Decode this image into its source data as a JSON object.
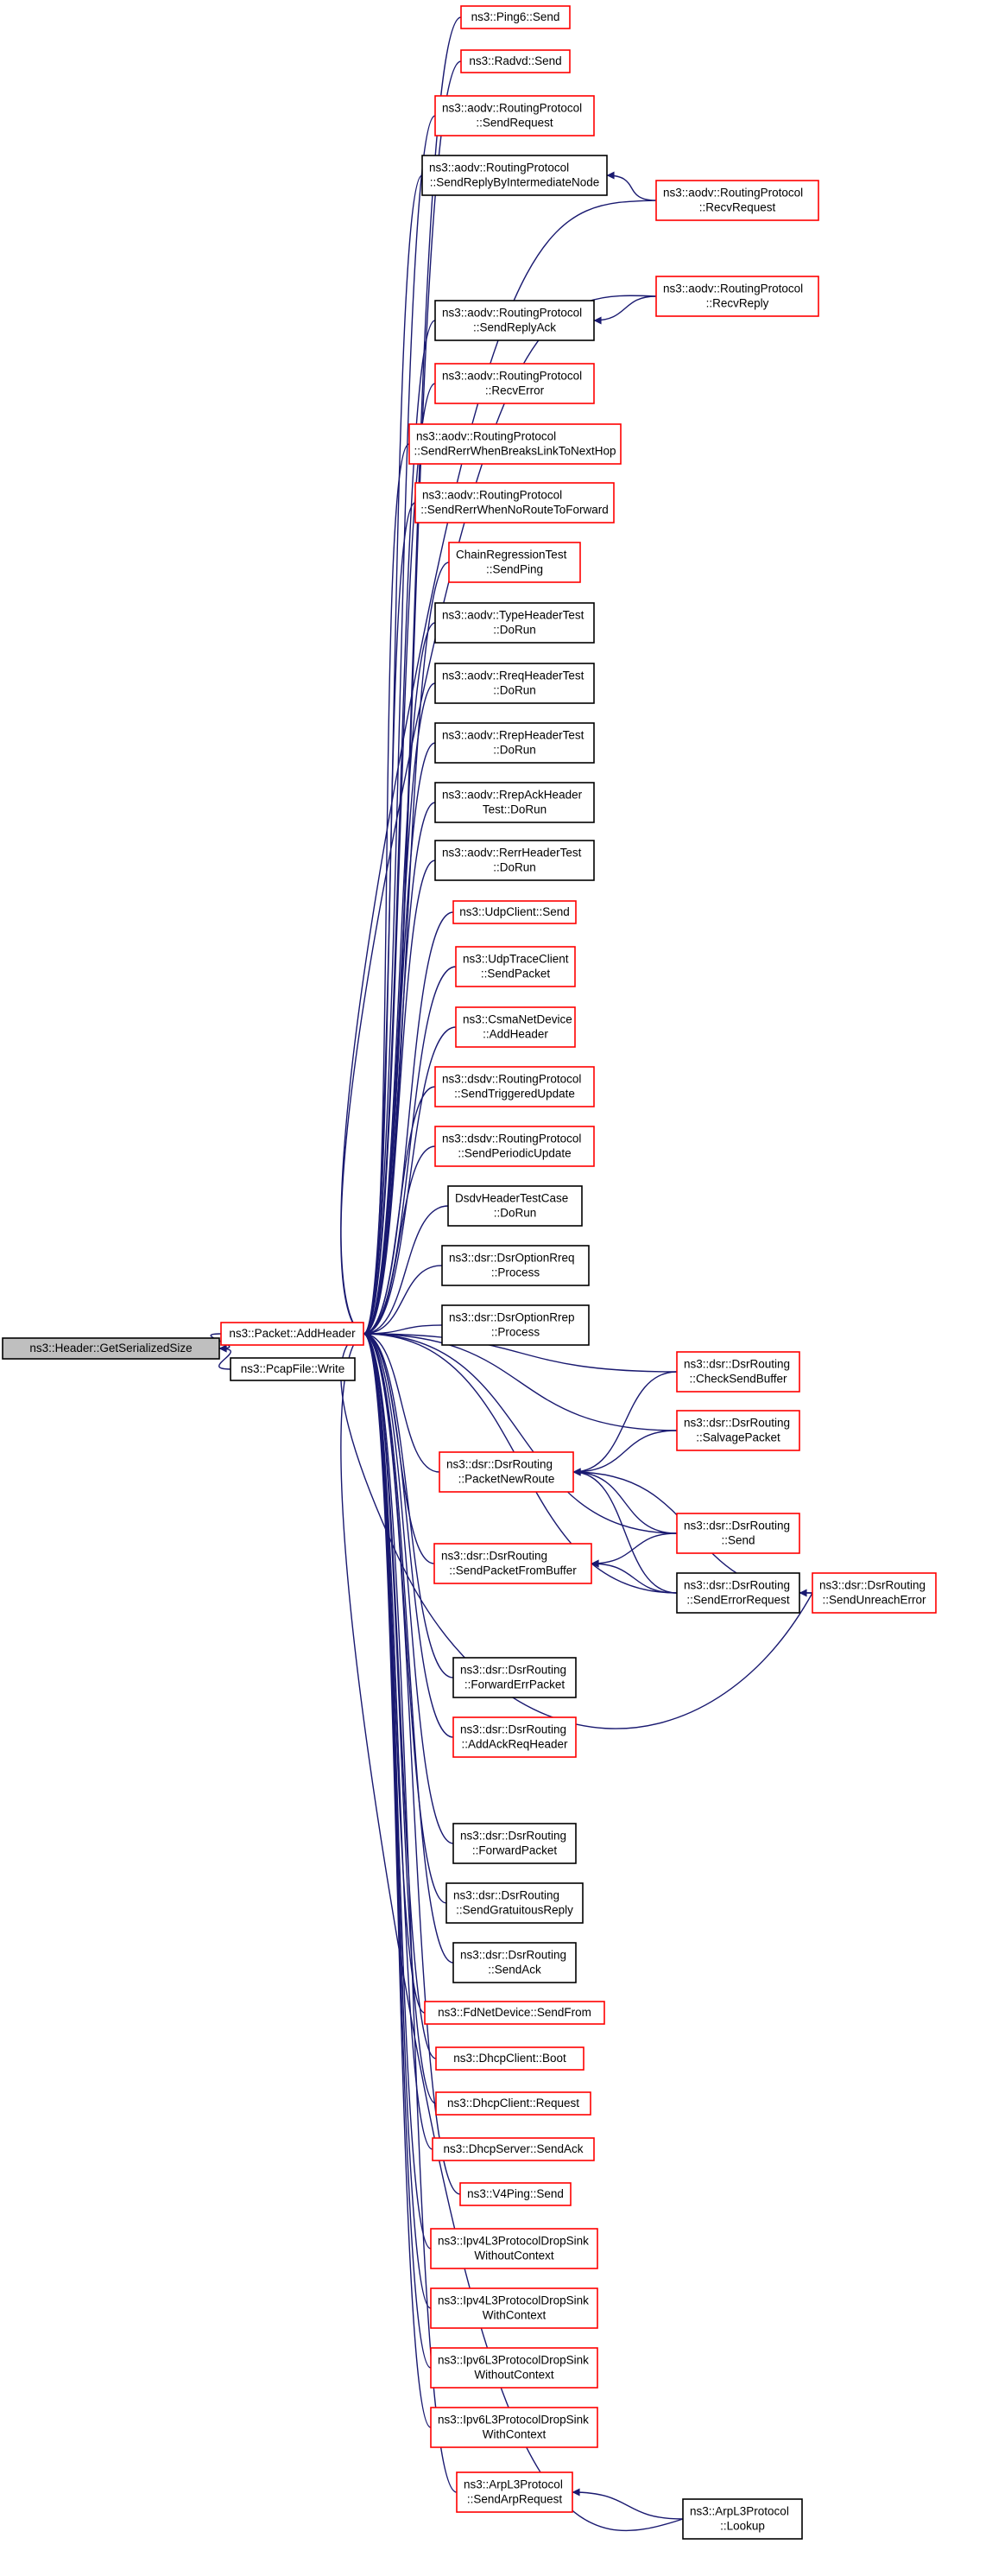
{
  "graph": {
    "root": "ns3::Header::GetSerializedSize",
    "edge_color": "#191970",
    "node_border_colors": {
      "red": "#ff0000",
      "black": "#000000"
    },
    "root_fill": "#bfbfbf",
    "nodes": [
      {
        "id": "root",
        "lines": [
          "ns3::Header::GetSerializedSize"
        ],
        "style": "root"
      },
      {
        "id": "addheader",
        "lines": [
          "ns3::Packet::AddHeader"
        ],
        "style": "red"
      },
      {
        "id": "pcapwrite",
        "lines": [
          "ns3::PcapFile::Write"
        ],
        "style": "black"
      },
      {
        "id": "ping6send",
        "lines": [
          "ns3::Ping6::Send"
        ],
        "style": "red"
      },
      {
        "id": "radvdsend",
        "lines": [
          "ns3::Radvd::Send"
        ],
        "style": "red"
      },
      {
        "id": "aodvsendreq",
        "lines": [
          "ns3::aodv::RoutingProtocol",
          "::SendRequest"
        ],
        "style": "red"
      },
      {
        "id": "aodvsendreplyinter",
        "lines": [
          "ns3::aodv::RoutingProtocol",
          "::SendReplyByIntermediateNode"
        ],
        "style": "black"
      },
      {
        "id": "aodvsendreplyack",
        "lines": [
          "ns3::aodv::RoutingProtocol",
          "::SendReplyAck"
        ],
        "style": "black"
      },
      {
        "id": "aodvrecverror",
        "lines": [
          "ns3::aodv::RoutingProtocol",
          "::RecvError"
        ],
        "style": "red"
      },
      {
        "id": "aodvrerrbreaks",
        "lines": [
          "ns3::aodv::RoutingProtocol",
          "::SendRerrWhenBreaksLinkToNextHop"
        ],
        "style": "red"
      },
      {
        "id": "aodvrerrnoroute",
        "lines": [
          "ns3::aodv::RoutingProtocol",
          "::SendRerrWhenNoRouteToForward"
        ],
        "style": "red"
      },
      {
        "id": "chainping",
        "lines": [
          "ChainRegressionTest",
          "::SendPing"
        ],
        "style": "red"
      },
      {
        "id": "typehdrtest",
        "lines": [
          "ns3::aodv::TypeHeaderTest",
          "::DoRun"
        ],
        "style": "black"
      },
      {
        "id": "rreqhdrtest",
        "lines": [
          "ns3::aodv::RreqHeaderTest",
          "::DoRun"
        ],
        "style": "black"
      },
      {
        "id": "rrephdrtest",
        "lines": [
          "ns3::aodv::RrepHeaderTest",
          "::DoRun"
        ],
        "style": "black"
      },
      {
        "id": "rrepackhdrtest",
        "lines": [
          "ns3::aodv::RrepAckHeader",
          "Test::DoRun"
        ],
        "style": "black"
      },
      {
        "id": "rerrhdrtest",
        "lines": [
          "ns3::aodv::RerrHeaderTest",
          "::DoRun"
        ],
        "style": "black"
      },
      {
        "id": "udpclientsend",
        "lines": [
          "ns3::UdpClient::Send"
        ],
        "style": "red"
      },
      {
        "id": "udptracesend",
        "lines": [
          "ns3::UdpTraceClient",
          "::SendPacket"
        ],
        "style": "red"
      },
      {
        "id": "csmaaddheader",
        "lines": [
          "ns3::CsmaNetDevice",
          "::AddHeader"
        ],
        "style": "red"
      },
      {
        "id": "dsdvtriggered",
        "lines": [
          "ns3::dsdv::RoutingProtocol",
          "::SendTriggeredUpdate"
        ],
        "style": "red"
      },
      {
        "id": "dsdvperiodic",
        "lines": [
          "ns3::dsdv::RoutingProtocol",
          "::SendPeriodicUpdate"
        ],
        "style": "red"
      },
      {
        "id": "dsdvhdrtest",
        "lines": [
          "DsdvHeaderTestCase",
          "::DoRun"
        ],
        "style": "black"
      },
      {
        "id": "dsroptrreq",
        "lines": [
          "ns3::dsr::DsrOptionRreq",
          "::Process"
        ],
        "style": "black"
      },
      {
        "id": "dsroptrrep",
        "lines": [
          "ns3::dsr::DsrOptionRrep",
          "::Process"
        ],
        "style": "black"
      },
      {
        "id": "dsrpacketnewroute",
        "lines": [
          "ns3::dsr::DsrRouting",
          "::PacketNewRoute"
        ],
        "style": "red"
      },
      {
        "id": "dsrsendfrombuffer",
        "lines": [
          "ns3::dsr::DsrRouting",
          "::SendPacketFromBuffer"
        ],
        "style": "red"
      },
      {
        "id": "dsrforwarderr",
        "lines": [
          "ns3::dsr::DsrRouting",
          "::ForwardErrPacket"
        ],
        "style": "black"
      },
      {
        "id": "dsraddackreq",
        "lines": [
          "ns3::dsr::DsrRouting",
          "::AddAckReqHeader"
        ],
        "style": "red"
      },
      {
        "id": "dsrforwardpacket",
        "lines": [
          "ns3::dsr::DsrRouting",
          "::ForwardPacket"
        ],
        "style": "black"
      },
      {
        "id": "dsrgratuitous",
        "lines": [
          "ns3::dsr::DsrRouting",
          "::SendGratuitousReply"
        ],
        "style": "black"
      },
      {
        "id": "dsrsendack",
        "lines": [
          "ns3::dsr::DsrRouting",
          "::SendAck"
        ],
        "style": "black"
      },
      {
        "id": "fdsendfrom",
        "lines": [
          "ns3::FdNetDevice::SendFrom"
        ],
        "style": "red"
      },
      {
        "id": "dhcpboot",
        "lines": [
          "ns3::DhcpClient::Boot"
        ],
        "style": "red"
      },
      {
        "id": "dhcprequest",
        "lines": [
          "ns3::DhcpClient::Request"
        ],
        "style": "red"
      },
      {
        "id": "dhcpsendack",
        "lines": [
          "ns3::DhcpServer::SendAck"
        ],
        "style": "red"
      },
      {
        "id": "v4pingsend",
        "lines": [
          "ns3::V4Ping::Send"
        ],
        "style": "red"
      },
      {
        "id": "ipv4dropwithout",
        "lines": [
          "ns3::Ipv4L3ProtocolDropSink",
          "WithoutContext"
        ],
        "style": "red"
      },
      {
        "id": "ipv4dropwith",
        "lines": [
          "ns3::Ipv4L3ProtocolDropSink",
          "WithContext"
        ],
        "style": "red"
      },
      {
        "id": "ipv6dropwithout",
        "lines": [
          "ns3::Ipv6L3ProtocolDropSink",
          "WithoutContext"
        ],
        "style": "red"
      },
      {
        "id": "ipv6dropwith",
        "lines": [
          "ns3::Ipv6L3ProtocolDropSink",
          "WithContext"
        ],
        "style": "red"
      },
      {
        "id": "arpsendrequest",
        "lines": [
          "ns3::ArpL3Protocol",
          "::SendArpRequest"
        ],
        "style": "red"
      },
      {
        "id": "aodvrecvrequest",
        "lines": [
          "ns3::aodv::RoutingProtocol",
          "::RecvRequest"
        ],
        "style": "red"
      },
      {
        "id": "aodvrecvreply",
        "lines": [
          "ns3::aodv::RoutingProtocol",
          "::RecvReply"
        ],
        "style": "red"
      },
      {
        "id": "dsrchecksendbuf",
        "lines": [
          "ns3::dsr::DsrRouting",
          "::CheckSendBuffer"
        ],
        "style": "red"
      },
      {
        "id": "dsrsalvage",
        "lines": [
          "ns3::dsr::DsrRouting",
          "::SalvagePacket"
        ],
        "style": "red"
      },
      {
        "id": "dsrsend",
        "lines": [
          "ns3::dsr::DsrRouting",
          "::Send"
        ],
        "style": "red"
      },
      {
        "id": "dsrsenderrreq",
        "lines": [
          "ns3::dsr::DsrRouting",
          "::SendErrorRequest"
        ],
        "style": "black"
      },
      {
        "id": "dsrsendunreach",
        "lines": [
          "ns3::dsr::DsrRouting",
          "::SendUnreachError"
        ],
        "style": "red"
      },
      {
        "id": "arplookup",
        "lines": [
          "ns3::ArpL3Protocol",
          "::Lookup"
        ],
        "style": "black"
      }
    ],
    "edges": [
      [
        "addheader",
        "root"
      ],
      [
        "pcapwrite",
        "root"
      ],
      [
        "ping6send",
        "addheader"
      ],
      [
        "radvdsend",
        "addheader"
      ],
      [
        "aodvsendreq",
        "addheader"
      ],
      [
        "aodvsendreplyinter",
        "addheader"
      ],
      [
        "aodvsendreplyack",
        "addheader"
      ],
      [
        "aodvrecverror",
        "addheader"
      ],
      [
        "aodvrerrbreaks",
        "addheader"
      ],
      [
        "aodvrerrnoroute",
        "addheader"
      ],
      [
        "chainping",
        "addheader"
      ],
      [
        "typehdrtest",
        "addheader"
      ],
      [
        "rreqhdrtest",
        "addheader"
      ],
      [
        "rrephdrtest",
        "addheader"
      ],
      [
        "rrepackhdrtest",
        "addheader"
      ],
      [
        "rerrhdrtest",
        "addheader"
      ],
      [
        "udpclientsend",
        "addheader"
      ],
      [
        "udptracesend",
        "addheader"
      ],
      [
        "csmaaddheader",
        "addheader"
      ],
      [
        "dsdvtriggered",
        "addheader"
      ],
      [
        "dsdvperiodic",
        "addheader"
      ],
      [
        "dsdvhdrtest",
        "addheader"
      ],
      [
        "dsroptrreq",
        "addheader"
      ],
      [
        "dsroptrrep",
        "addheader"
      ],
      [
        "dsrpacketnewroute",
        "addheader"
      ],
      [
        "dsrsendfrombuffer",
        "addheader"
      ],
      [
        "dsrforwarderr",
        "addheader"
      ],
      [
        "dsraddackreq",
        "addheader"
      ],
      [
        "dsrforwardpacket",
        "addheader"
      ],
      [
        "dsrgratuitous",
        "addheader"
      ],
      [
        "dsrsendack",
        "addheader"
      ],
      [
        "fdsendfrom",
        "addheader"
      ],
      [
        "dhcpboot",
        "addheader"
      ],
      [
        "dhcprequest",
        "addheader"
      ],
      [
        "dhcpsendack",
        "addheader"
      ],
      [
        "v4pingsend",
        "addheader"
      ],
      [
        "ipv4dropwithout",
        "addheader"
      ],
      [
        "ipv4dropwith",
        "addheader"
      ],
      [
        "ipv6dropwithout",
        "addheader"
      ],
      [
        "ipv6dropwith",
        "addheader"
      ],
      [
        "arpsendrequest",
        "addheader"
      ],
      [
        "aodvrecvrequest",
        "aodvsendreplyinter"
      ],
      [
        "aodvrecvrequest",
        "addheader"
      ],
      [
        "aodvrecvreply",
        "aodvsendreplyack"
      ],
      [
        "aodvrecvreply",
        "addheader"
      ],
      [
        "dsrchecksendbuf",
        "addheader"
      ],
      [
        "dsrchecksendbuf",
        "dsrpacketnewroute"
      ],
      [
        "dsrsalvage",
        "addheader"
      ],
      [
        "dsrsalvage",
        "dsrpacketnewroute"
      ],
      [
        "dsrsend",
        "addheader"
      ],
      [
        "dsrsend",
        "dsrpacketnewroute"
      ],
      [
        "dsrsend",
        "dsrsendfrombuffer"
      ],
      [
        "dsrsenderrreq",
        "addheader"
      ],
      [
        "dsrsenderrreq",
        "dsrpacketnewroute"
      ],
      [
        "dsrsenderrreq",
        "dsrsendfrombuffer"
      ],
      [
        "dsrsendunreach",
        "dsrsenderrreq"
      ],
      [
        "dsrsendunreach",
        "dsrpacketnewroute"
      ],
      [
        "dsrsendunreach",
        "addheader"
      ],
      [
        "arplookup",
        "arpsendrequest"
      ],
      [
        "arplookup",
        "addheader"
      ]
    ]
  }
}
